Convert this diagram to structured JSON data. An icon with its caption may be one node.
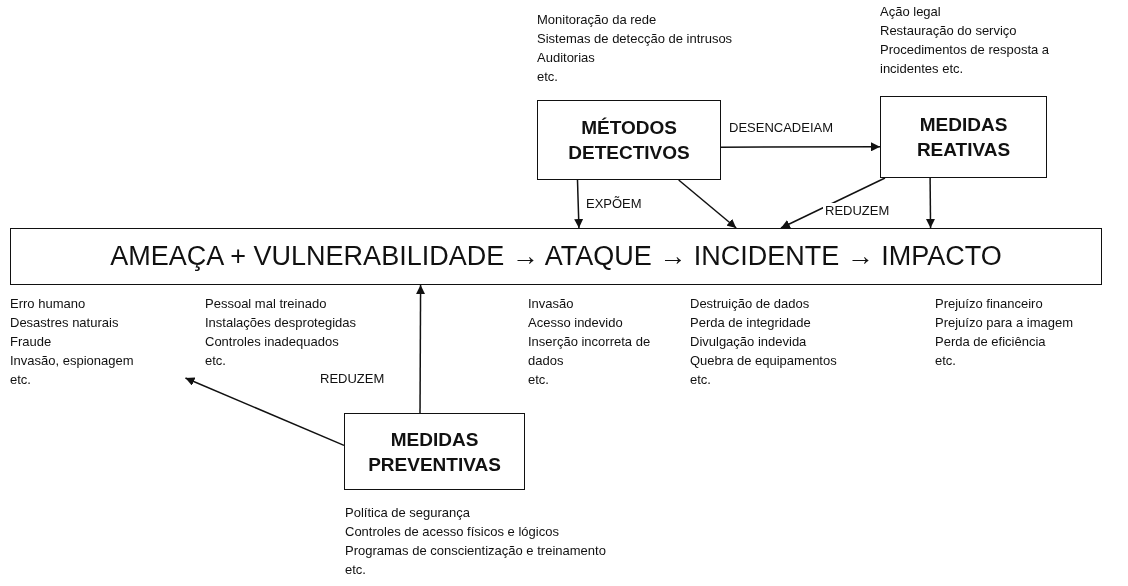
{
  "diagram": {
    "nodes": [
      {
        "text": [
          "AMEAÇA + VULNERABILIDADE → ATAQUE → INCIDENTE → IMPACTO"
        ]
      },
      {
        "text": [
          "MÉTODOS DETECTIVOS"
        ],
        "beside": [
          "Monitoração da rede",
          "Sistemas de detecção de intrusos",
          "Auditorias",
          "etc."
        ]
      },
      {
        "text": [
          "MEDIDAS REATIVAS"
        ],
        "beside": [
          "Ação legal",
          "Restauração do serviço",
          "Procedimentos de resposta a incidentes etc."
        ]
      },
      {
        "text": [
          "MEDIDAS PREVENTIVAS"
        ],
        "beside": [
          "Política de segurança",
          "Controles de acesso físicos e lógicos",
          "Programas de conscientização e treinamento",
          "etc."
        ]
      },
      {
        "text": [
          "Erro humano",
          "Desastres naturais",
          "Fraude",
          "Invasão, espionagem",
          "etc."
        ]
      }
    ],
    "edges": [
      {
        "from": 1,
        "to": 2,
        "arrow": "to",
        "label": "DESENCADEIAM"
      },
      {
        "from": 1,
        "to": 0,
        "arrow": "to",
        "label": "EXPÕEM"
      },
      {
        "from": 1,
        "to": 0,
        "arrow": "to"
      },
      {
        "from": 2,
        "to": 0,
        "arrow": "to",
        "label": "REDUZEM"
      },
      {
        "from": 2,
        "to": 0,
        "arrow": "to"
      },
      {
        "from": 3,
        "to": 0,
        "arrow": "to",
        "label": "REDUZEM"
      },
      {
        "from": 3,
        "to": 4,
        "arrow": "to"
      }
    ],
    "labels": [
      "Pessoal mal treinado",
      "Instalações desprotegidas",
      "Controles inadequados",
      "etc.",
      "Invasão",
      "Acesso indevido",
      "Inserção incorreta de dados",
      "etc.",
      "Destruição de dados",
      "Perda de integridade",
      "Divulgação indevida",
      "Quebra de equipamentos",
      "etc.",
      "Prejuízo financeiro",
      "Prejuízo para a imagem",
      "Perda de eficiência",
      "etc."
    ]
  }
}
